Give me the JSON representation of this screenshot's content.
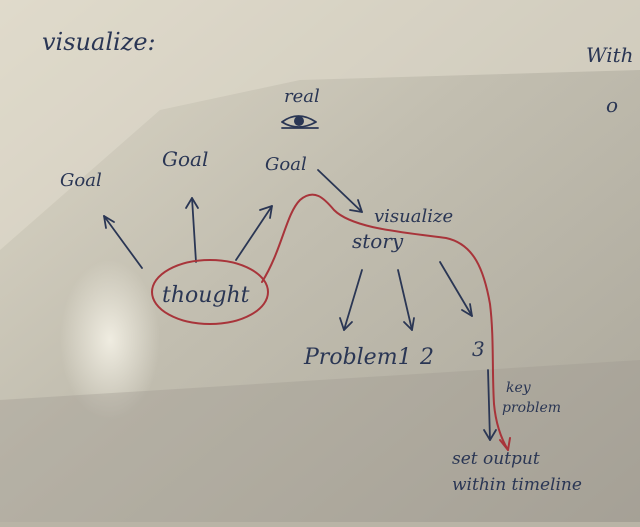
{
  "heading": "visualize:",
  "corner_fragment_1": "With",
  "corner_fragment_2": "o",
  "top_label": "real",
  "goal_left": "Goal",
  "goal_middle": "Goal",
  "goal_right": "Goal",
  "center_word": "thought",
  "visualize_label": "visualize",
  "story_label": "story",
  "problem_1": "Problem1",
  "problem_2": "2",
  "problem_3": "3",
  "key_line_1": "key",
  "key_line_2": "problem",
  "bottom_line_1": "set output",
  "bottom_line_2": "within timeline",
  "colors": {
    "ink": "#2a3654",
    "red_ink": "#a8343a",
    "paper": "#c6c2b4"
  }
}
